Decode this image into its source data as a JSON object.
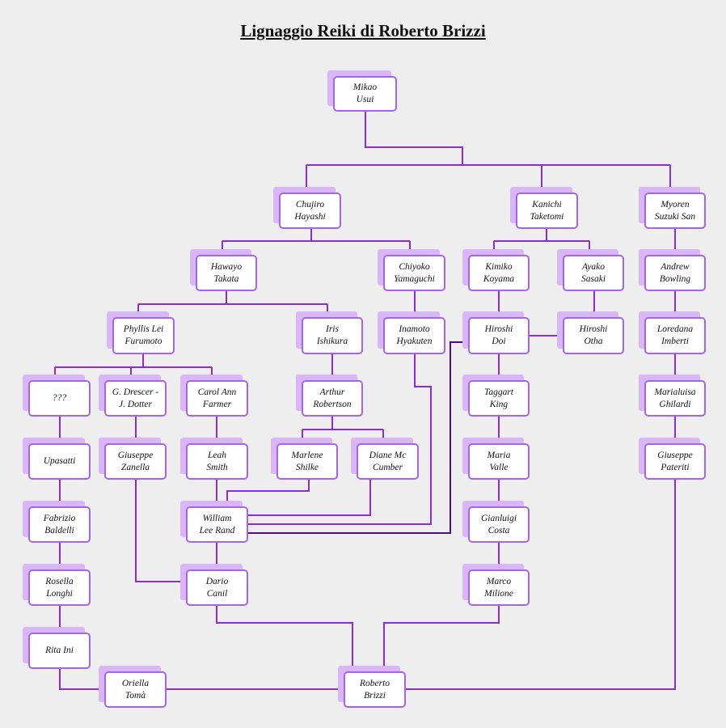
{
  "title": "Lignaggio Reiki di Roberto Brizzi",
  "colors": {
    "line": "#8a2be2",
    "line_dark": "#4b0f82",
    "box_border": "#a463f0",
    "box_shadow": "#d9b7f7"
  },
  "nodes": {
    "usui": "Mikao\nUsui",
    "hayashi": "Chujiro\nHayashi",
    "taketomi": "Kanichi\nTaketomi",
    "suzuki": "Myoren\nSuzuki San",
    "takata": "Hawayo\nTakata",
    "yamaguchi": "Chiyoko\nYamaguchi",
    "koyama": "Kimiko\nKoyama",
    "sasaki": "Ayako\nSasaki",
    "bowling": "Andrew\nBowling",
    "furumoto": "Phyllis Lei\nFurumoto",
    "ishikura": "Iris\nIshikura",
    "hyakuten": "Inamoto\nHyakuten",
    "doi": "Hiroshi\nDoi",
    "otha": "Hiroshi\nOtha",
    "imberti": "Loredana\nImberti",
    "unknown": "???",
    "drescer": "G. Drescer -\nJ. Dotter",
    "farmer": "Carol Ann\nFarmer",
    "robertson": "Arthur\nRobertson",
    "king": "Taggart\nKing",
    "ghilardi": "Marialuisa\nGhilardi",
    "upasatti": "Upasatti",
    "zanella": "Giuseppe\nZanella",
    "smith": "Leah\nSmith",
    "shilke": "Marlene\nShilke",
    "cumber": "Diane Mc\nCumber",
    "valle": "Maria\nValle",
    "pateriti": "Giuseppe\nPateriti",
    "baldelli": "Fabrizio\nBaldelli",
    "rand": "William\nLee Rand",
    "costa": "Gianluigi\nCosta",
    "longhi": "Rosella\nLonghi",
    "canil": "Dario\nCanil",
    "milione": "Marco\nMilione",
    "ini": "Rita Ini",
    "toma": "Oriella\nTomà",
    "brizzi": "Roberto\nBrizzi"
  }
}
